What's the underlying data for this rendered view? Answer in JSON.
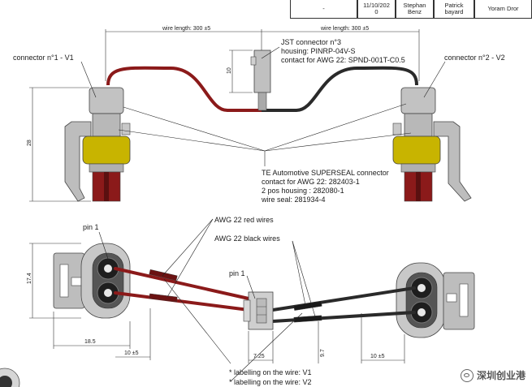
{
  "title_block": [
    {
      "text": "-"
    },
    {
      "text": "11/10/202\n0"
    },
    {
      "text": "Stephan\nBenz"
    },
    {
      "text": "Patrick\nbayard"
    },
    {
      "text": "Yoram Dror"
    }
  ],
  "labels": {
    "connector_v1": "connector n°1 - V1",
    "connector_v2": "connector n°2 - V2",
    "jst": [
      "JST connector n°3",
      "housing: PINRP-04V-S",
      "contact for AWG 22: SPND-001T-C0.5"
    ],
    "te": [
      "TE Automotive SUPERSEAL connector",
      "contact for AWG 22: 282403-1",
      "2 pos housing : 282080-1",
      "wire seal: 281934-4"
    ],
    "awg_red": "AWG 22 red wires",
    "awg_black": "AWG 22 black wires",
    "pin1_left": "pin 1",
    "pin1_mid": "pin 1",
    "labelling_v1": "* labelling on the wire: V1",
    "labelling_v2": "* labelling on the wire: V2"
  },
  "dimensions": {
    "wire_length_left": "wire length: 300 ±5",
    "wire_length_right": "wire length: 300 ±5",
    "height_28": "28",
    "height_10": "10",
    "height_17_4": "17.4",
    "width_18_5": "18.5",
    "dim_10_left": "10 ±5",
    "dim_7_25": "7.25",
    "dim_9_7": "9.7",
    "dim_10_right": "10 ±5"
  },
  "watermark": "深圳创业港",
  "colors": {
    "red_wire": "#8b1a1a",
    "black_wire": "#2a2a2a",
    "seal_yellow": "#c8b400",
    "grey": "#b0b0b0"
  }
}
